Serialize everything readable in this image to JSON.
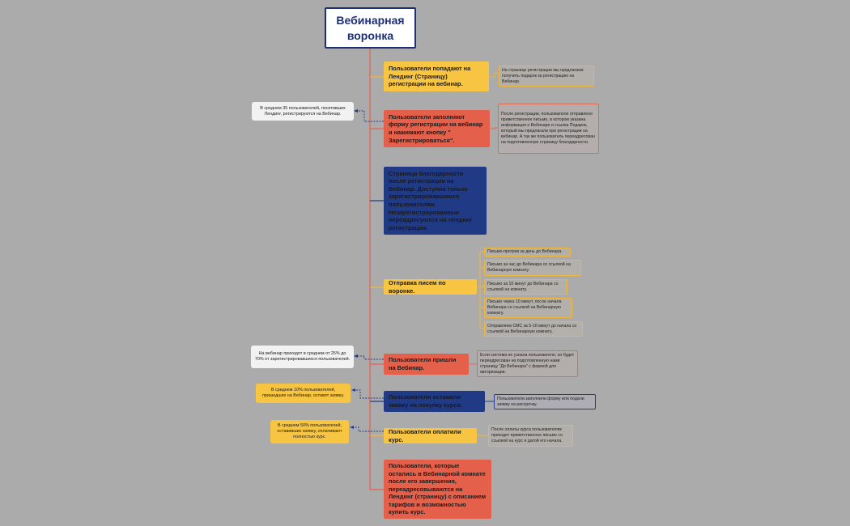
{
  "title": "Вебинарная воронка",
  "colors": {
    "trunk": "#e5604a",
    "yellow": "#f7c542",
    "red": "#e5604a",
    "blue": "#213a86",
    "link_dashed": "#213a86"
  },
  "steps": [
    {
      "text": "Пользователи попадают на Лендинг (Страницу) регистрации на вебинар.",
      "color": "yellow"
    },
    {
      "text": "Пользователи заполняют форму регистрации на вебинар и нажимают кнопку \" Зарегистрироваться\".",
      "color": "red"
    },
    {
      "text": "Страница благодарности после регистрации на Вебинар. Доступна только зарегистрировавшимся пользователям. Незарегистрированные переадресуются на лендинг регистрации.",
      "color": "blue"
    },
    {
      "text": "Отправка писем по воронке.",
      "color": "yellow"
    },
    {
      "text": "Пользователи пришли на Вебинар.",
      "color": "red"
    },
    {
      "text": "Пользователи оставили заявку на покупку курса.",
      "color": "blue"
    },
    {
      "text": "Пользователи оплатили курс.",
      "color": "yellow"
    },
    {
      "text": "Пользователи, которые остались в Вебинарной комнате после его завершения, переадресовываются на Лендинг (страницу) с описанием тарифов и возможностью купить курс.",
      "color": "red"
    }
  ],
  "notes": {
    "landing": "На странице регистрации мы предлагаем получить подарок за регистрацию на Вебинар.",
    "registration": "После регистрации, пользователю отправлено приветственное письмо, в котором указана информация о Вебинаре и ссылка Подарок, который мы предлагали при регистрации на вебинар. А так же пользователь переадресован на подготовленную страницу благодарности.",
    "emails": [
      "Письмо-прогрев за день до Вебинара.",
      "Письмо за час до Вебинара со ссылкой на Вебинарную комнату.",
      "Письмо за 10 минут до Вебинара со ссылкой на комнату.",
      "Письмо через 10 минут, после начала Вебинара со ссылкой на Вебинарную комнату.",
      "Отправляем СМС за 5-10 минут до начала со ссылкой на Вебинарную комнату."
    ],
    "attended": "Если система не узнала пользователя, он будет переадресован на подготовленную нами страницу \"До Вебинара\" с формой для авторизации.",
    "applied": "Пользователи заполнили форму или подали заявку на рассрочку.",
    "paid": "После оплаты курса пользователям приходит приветственное письмо со ссылкой на курс и датой его начала."
  },
  "stats": {
    "registration": "В среднем 35 пользователей, посетивших Лендинг, регистрируются на Вебинар.",
    "attended": "На вебинар приходят в среднем от 25% до 70% от зарегистрировавшихся пользователей.",
    "applied": "В среднем 10% пользователей, пришедших на Вебинар, оставят заявку.",
    "paid": "В среднем 50% пользователей, оставивших заявку, оплачивают полностью курс."
  }
}
